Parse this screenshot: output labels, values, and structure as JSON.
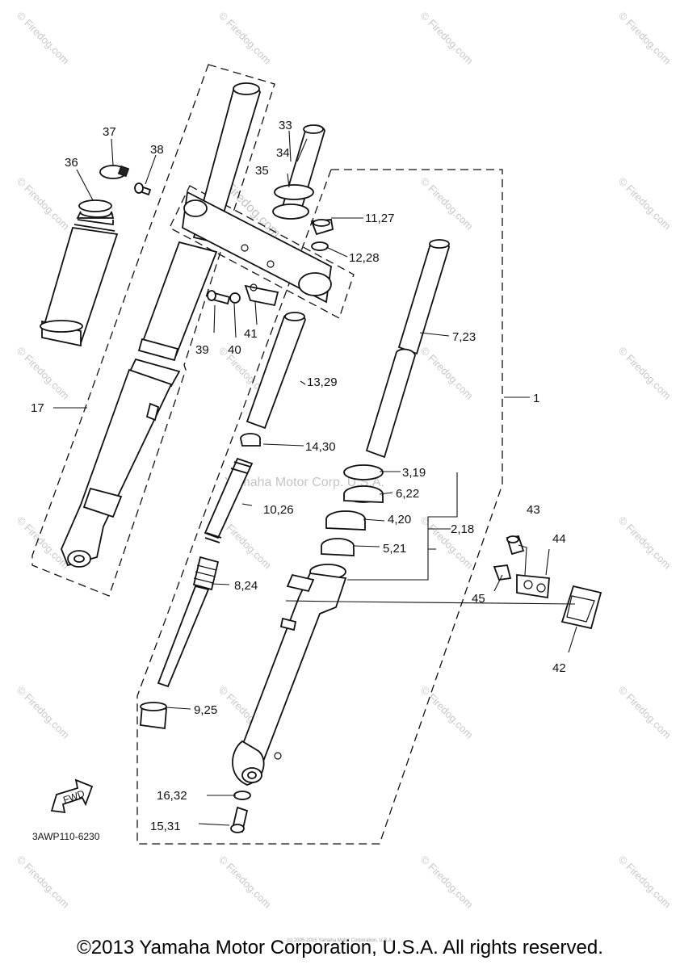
{
  "labels": {
    "l37": "37",
    "l38": "38",
    "l36": "36",
    "l33": "33",
    "l34": "34",
    "l35": "35",
    "l11_27": "11,27",
    "l12_28": "12,28",
    "l7_23": "7,23",
    "l39": "39",
    "l40": "40",
    "l41": "41",
    "l13_29": "13,29",
    "l17": "17",
    "l1": "1",
    "l14_30": "14,30",
    "l3_19": "3,19",
    "l6_22": "6,22",
    "l10_26": "10,26",
    "l4_20": "4,20",
    "l2_18": "2,18",
    "l5_21": "5,21",
    "l43": "43",
    "l44": "44",
    "l8_24": "8,24",
    "l45": "45",
    "l42": "42",
    "l9_25": "9,25",
    "l16_32": "16,32",
    "l15_31": "15,31"
  },
  "fwd_label": "FWD",
  "diagram_code": "3AWP110-6230",
  "inline_watermark": "Yamaha Motor Corp. U.S.A.",
  "watermark_text": "© Firedog.com",
  "logo_watermark": "Firedog.com",
  "copyright": "©2013 Yamaha Motor Corporation, U.S.A. All rights reserved.",
  "small_credit": "(c) 2005-2015 Yamaha Motor Corporation, U.S.A."
}
